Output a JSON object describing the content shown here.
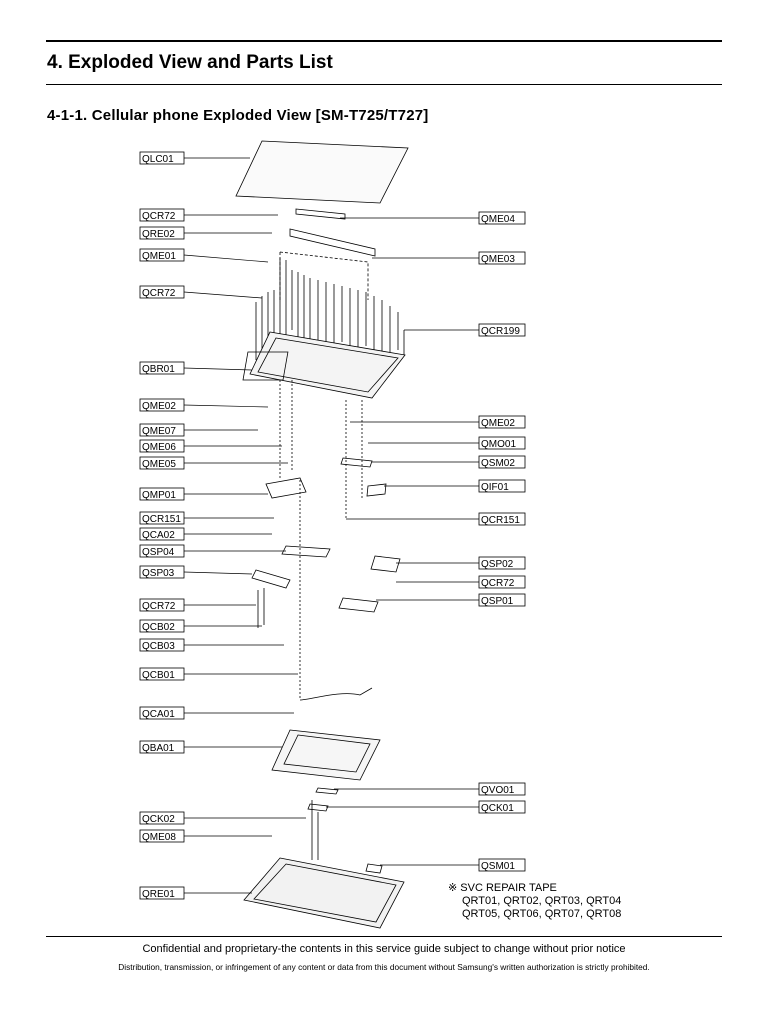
{
  "section_title": "4. Exploded View and Parts List",
  "subsection_title": "4-1-1. Cellular phone Exploded View [SM-T725/T727]",
  "callouts_left": [
    "QLC01",
    "QCR72",
    "QRE02",
    "QME01",
    "QCR72",
    "QBR01",
    "QME02",
    "QME07",
    "QME06",
    "QME05",
    "QMP01",
    "QCR151",
    "QCA02",
    "QSP04",
    "QSP03",
    "QCR72",
    "QCB02",
    "QCB03",
    "QCB01",
    "QCA01",
    "QBA01",
    "QCK02",
    "QME08",
    "QRE01"
  ],
  "callouts_right": [
    "QME04",
    "QME03",
    "QCR199",
    "QME02",
    "QMO01",
    "QSM02",
    "QIF01",
    "QCR151",
    "QSP02",
    "QCR72",
    "QSP01",
    "QVO01",
    "QCK01",
    "QSM01"
  ],
  "note": {
    "marker": "※",
    "title": "SVC REPAIR TAPE",
    "line1": "QRT01, QRT02, QRT03, QRT04",
    "line2": "QRT05, QRT06, QRT07, QRT08"
  },
  "footer": {
    "line1": "Confidential and proprietary-the contents in this service guide subject to change without prior notice",
    "line2": "Distribution, transmission, or infringement of any content or data from this document without Samsung's written authorization is strictly prohibited."
  }
}
